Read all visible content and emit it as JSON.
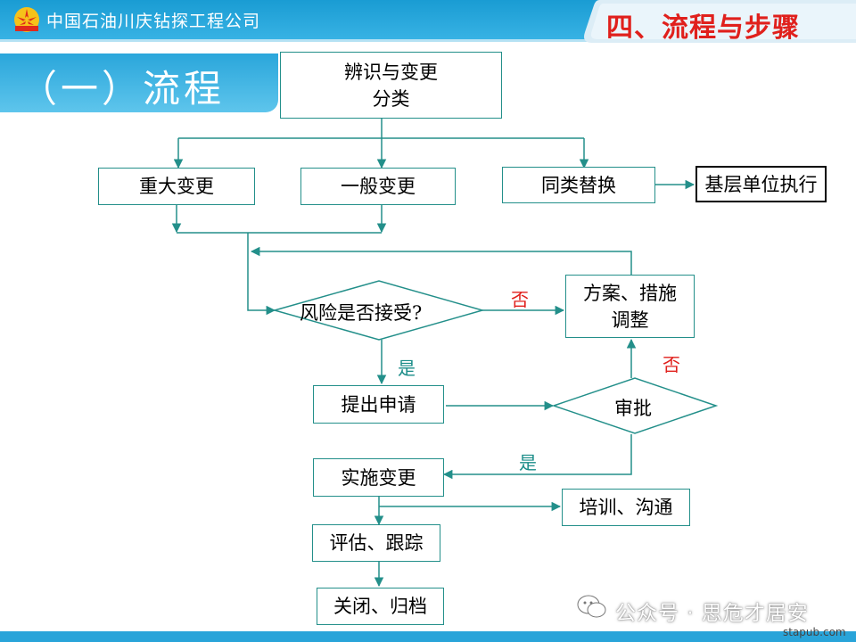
{
  "header": {
    "company": "中国石油川庆钻探工程公司",
    "tab_title": "四、流程与步骤"
  },
  "section": {
    "title": "（一）流程"
  },
  "nodes": {
    "classify": {
      "line1": "辨识与变更",
      "line2": "分类"
    },
    "major_change": "重大变更",
    "general_change": "一般变更",
    "same_replace": "同类替换",
    "base_exec": "基层单位执行",
    "risk_decision": "风险是否接受?",
    "plan_adjust": {
      "line1": "方案、措施",
      "line2": "调整"
    },
    "submit_apply": "提出申请",
    "approve": "审批",
    "implement": "实施变更",
    "training": "培训、沟通",
    "evaluate": "评估、跟踪",
    "close": "关闭、归档"
  },
  "edge_labels": {
    "risk_no": "否",
    "risk_yes": "是",
    "approve_no": "否",
    "approve_yes": "是"
  },
  "colors": {
    "connector": "#238f8a",
    "header_blue": "#1a9cd3",
    "title_red": "#e0201c",
    "yes_teal": "#1a8c88",
    "no_red": "#e0201c"
  },
  "footer": {
    "watermark": "公众号 · 思危才居安",
    "site": "stapub.com"
  }
}
